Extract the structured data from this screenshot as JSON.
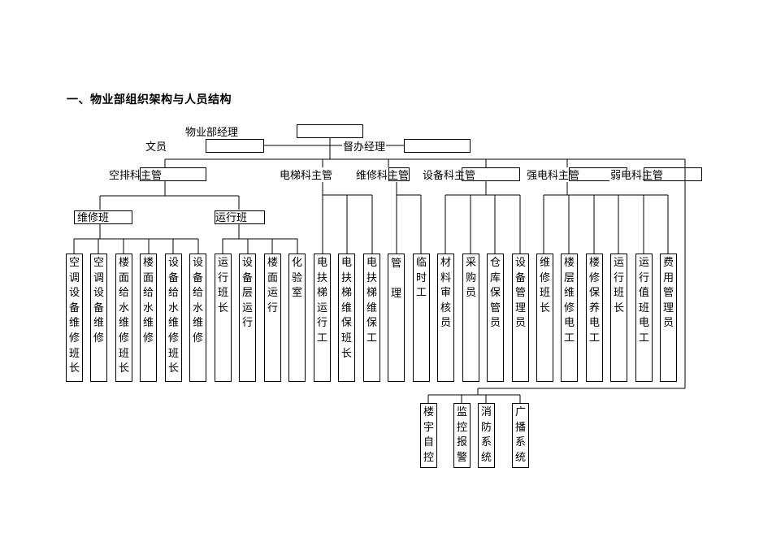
{
  "heading": "一、物业部组织架构与人员结构",
  "top": {
    "manager": "物业部经理",
    "clerk": "文员",
    "supervisor": "督办经理"
  },
  "depts": {
    "hvac": "空排科主管",
    "elevator": "电梯科主管",
    "maintenance": "维修科主管",
    "equipment": "设备科主管",
    "strong": "强电科主管",
    "weak": "弱电科主管"
  },
  "teams": {
    "repair": "维修班",
    "ops": "运行班"
  },
  "staff": [
    "空调设备维修班长",
    "空调设备维修",
    "楼面给水维修班长",
    "楼面给水维修",
    "设备给水维修班长",
    "设备给水维修",
    "运行班长",
    "设备层运行",
    "楼面运行",
    "化验室",
    "电扶梯运行工",
    "电扶梯维保班长",
    "电扶梯维保工",
    "管理",
    "临时工",
    "材料审核员",
    "采购员",
    "仓库保管员",
    "设备管理员",
    "维修班长",
    "楼层维修电工",
    "楼修保养电工",
    "运行班长",
    "运行值班电工",
    "费用管理员"
  ],
  "weak_systems": [
    "楼宇自控",
    "监控报警",
    "消防系统",
    "广播系统"
  ]
}
